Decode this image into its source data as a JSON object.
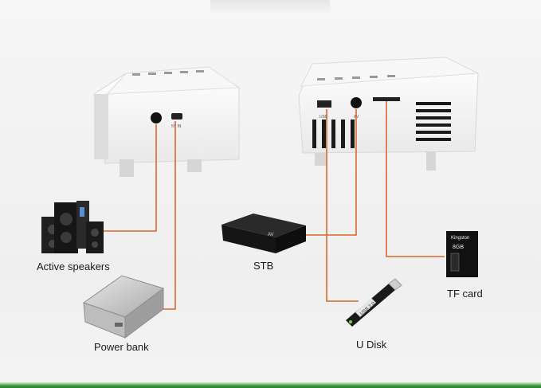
{
  "labels": {
    "usb": "USB",
    "av": "AV",
    "dc_in": "5V IN",
    "speakers": "Active speakers",
    "power_bank": "Power bank",
    "stb": "STB",
    "u_disk": "U Disk",
    "tf_card": "TF card",
    "tf_brand": "Kingston",
    "tf_size": "8GB",
    "usb_stick": "USB 2.0"
  },
  "colors": {
    "connector_line": "#d9692e",
    "projector_body": "#ffffff",
    "device_dark": "#1d1d1d",
    "accent_green": "#3a9a3a"
  }
}
